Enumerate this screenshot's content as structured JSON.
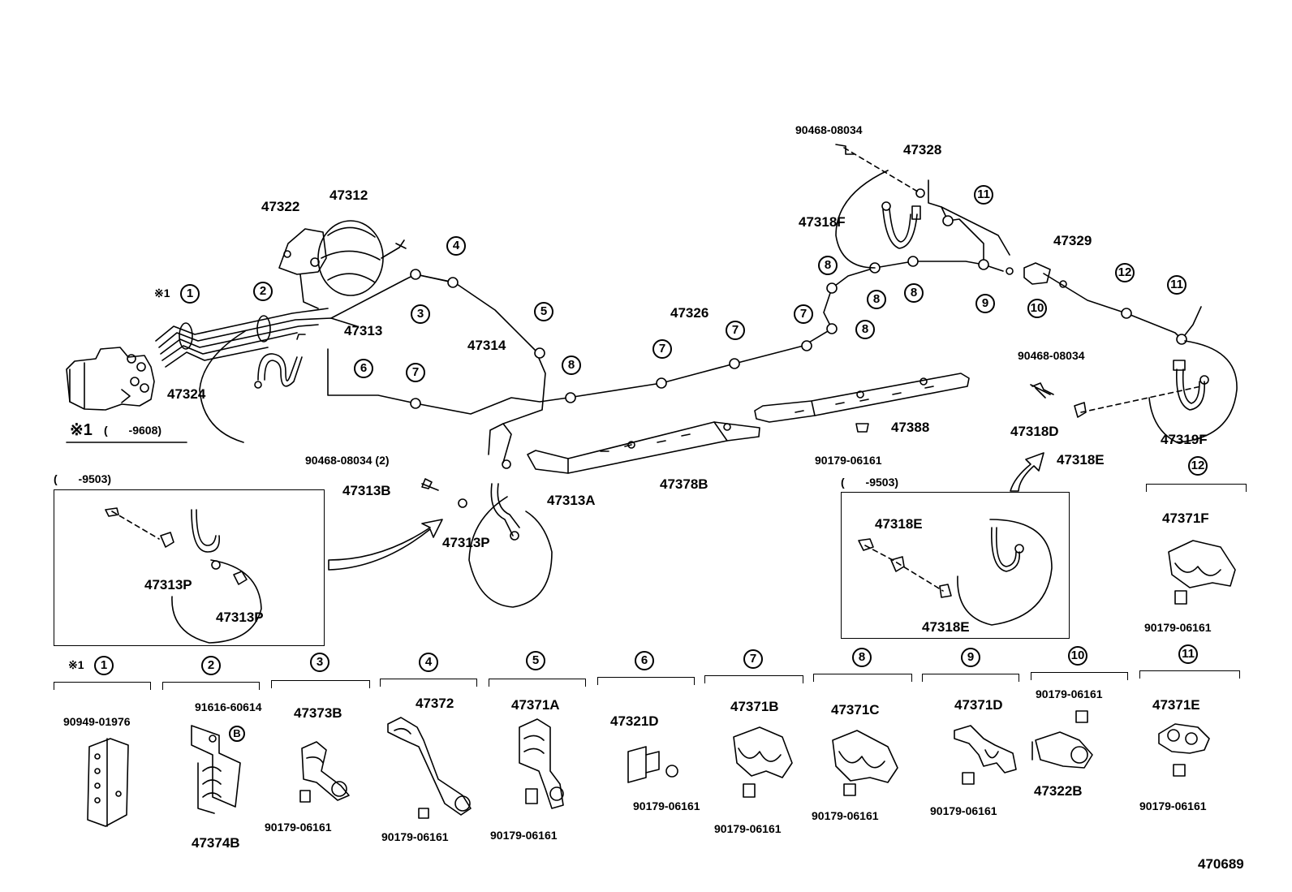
{
  "diagram_number": "470689",
  "note_mark": "※1",
  "date_ranges": {
    "main_note": "( -9608)",
    "left_inset": "( -9503)",
    "right_inset": "( -9503)"
  },
  "upper_labels": {
    "p47322": "47322",
    "p47312": "47312",
    "p47313": "47313",
    "p47324": "47324",
    "p47314": "47314",
    "p47326": "47326",
    "p47328": "47328",
    "p47318F": "47318F",
    "p47329": "47329",
    "p90468_top": "90468-08034",
    "p90468_right": "90468-08034",
    "p90468_mid": "90468-08034 (2)",
    "p47313B": "47313B",
    "p47313A": "47313A",
    "p47313P": "47313P",
    "p47378B": "47378B",
    "p47388": "47388",
    "p90179_mid": "90179-06161",
    "p47318D": "47318D",
    "p47318E": "47318E",
    "p47319F": "47319F"
  },
  "left_inset_labels": {
    "a": "47313P",
    "b": "47313P"
  },
  "right_inset_labels": {
    "a": "47318E",
    "b": "47318E"
  },
  "callouts": [
    "1",
    "2",
    "3",
    "4",
    "5",
    "6",
    "7",
    "8",
    "9",
    "10",
    "11",
    "12"
  ],
  "clamp_details": [
    {
      "num": "1",
      "note": "※1",
      "parts": [
        "90949-01976"
      ]
    },
    {
      "num": "2",
      "parts": [
        "91616-60614",
        "47374B"
      ],
      "ref": "B"
    },
    {
      "num": "3",
      "parts": [
        "47373B",
        "90179-06161"
      ]
    },
    {
      "num": "4",
      "parts": [
        "47372",
        "90179-06161"
      ]
    },
    {
      "num": "5",
      "parts": [
        "47371A",
        "90179-06161"
      ]
    },
    {
      "num": "6",
      "parts": [
        "47321D",
        "90179-06161"
      ]
    },
    {
      "num": "7",
      "parts": [
        "47371B",
        "90179-06161"
      ]
    },
    {
      "num": "8",
      "parts": [
        "47371C",
        "90179-06161"
      ]
    },
    {
      "num": "9",
      "parts": [
        "47371D",
        "90179-06161"
      ]
    },
    {
      "num": "10",
      "parts": [
        "90179-06161",
        "47322B"
      ]
    },
    {
      "num": "11",
      "parts": [
        "47371E",
        "90179-06161"
      ]
    },
    {
      "num": "12",
      "parts": [
        "47371F",
        "90179-06161"
      ]
    }
  ]
}
